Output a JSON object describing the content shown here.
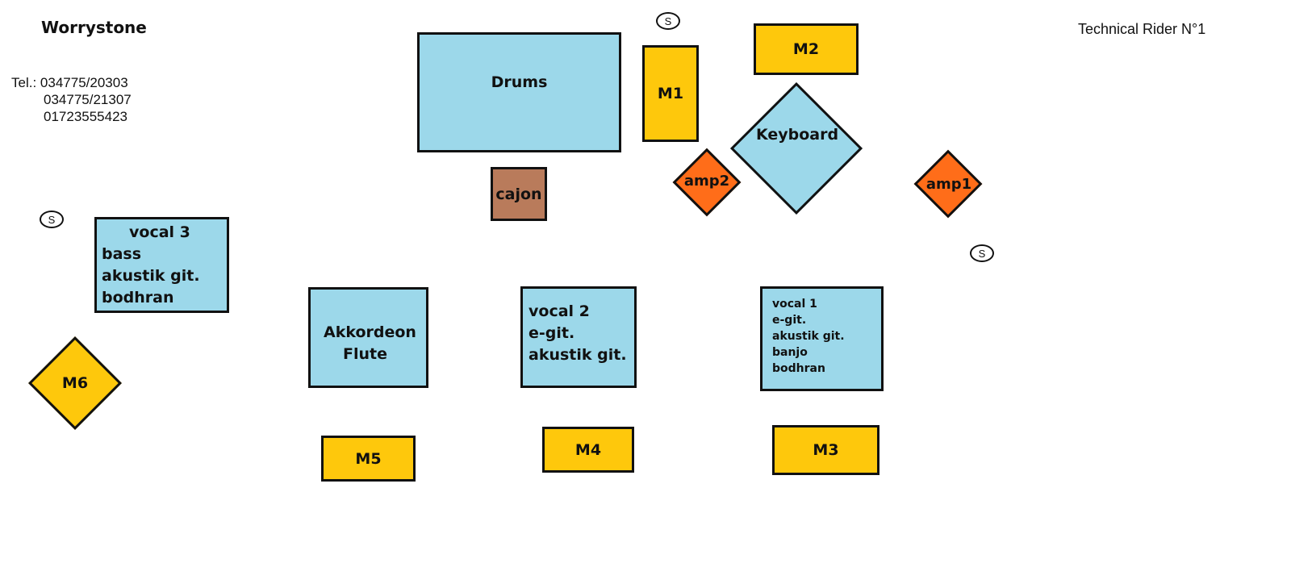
{
  "header": {
    "band_name": "Worrystone",
    "document_title": "Technical Rider N°1",
    "contact": {
      "tel_label": "Tel.:",
      "numbers": [
        "034775/20303",
        "034775/21307",
        "01723555423"
      ]
    }
  },
  "stage": {
    "drums": "Drums",
    "cajon": "cajon",
    "keyboard": "Keyboard",
    "amp1": "amp1",
    "amp2": "amp2",
    "akkordeon_flute": [
      "Akkordeon",
      "Flute"
    ],
    "vocal3": [
      "vocal 3",
      "bass",
      "akustik git.",
      "bodhran"
    ],
    "vocal2": [
      "vocal 2",
      "e-git.",
      "akustik git."
    ],
    "vocal1": [
      "vocal 1",
      "e-git.",
      "akustik git.",
      "banjo",
      "bodhran"
    ],
    "monitors": {
      "m1": "M1",
      "m2": "M2",
      "m3": "M3",
      "m4": "M4",
      "m5": "M5",
      "m6": "M6"
    },
    "speaker_symbol": "S"
  },
  "colors": {
    "instrument": "#9cd8ea",
    "monitor": "#fec80c",
    "amp": "#ff6d19",
    "cajon": "#b97b5b"
  }
}
